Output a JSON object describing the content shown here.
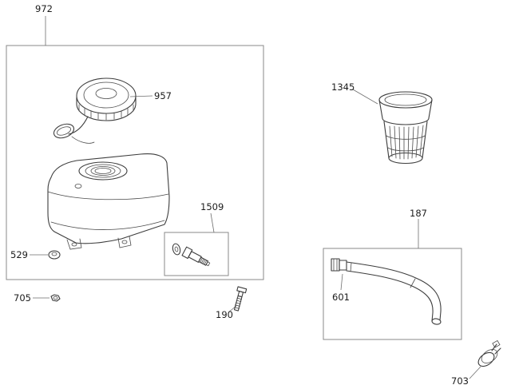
{
  "diagram": {
    "type": "exploded-parts-diagram",
    "subject": "fuel-tank-assembly",
    "colors": {
      "background": "#ffffff",
      "line": "#3d3d3d",
      "box_border": "#8a8a8a",
      "leader": "#6e6e6e",
      "label": "#1c1c1c"
    },
    "labels": {
      "tank_assembly_box": "972",
      "fuel_cap": "957",
      "valve_kit": "1509",
      "bushing": "529",
      "nut": "705",
      "bolt": "190",
      "filter_cup": "1345",
      "fuel_line_box": "187",
      "pipe_fitting": "601",
      "hose_clamp": "703"
    }
  }
}
